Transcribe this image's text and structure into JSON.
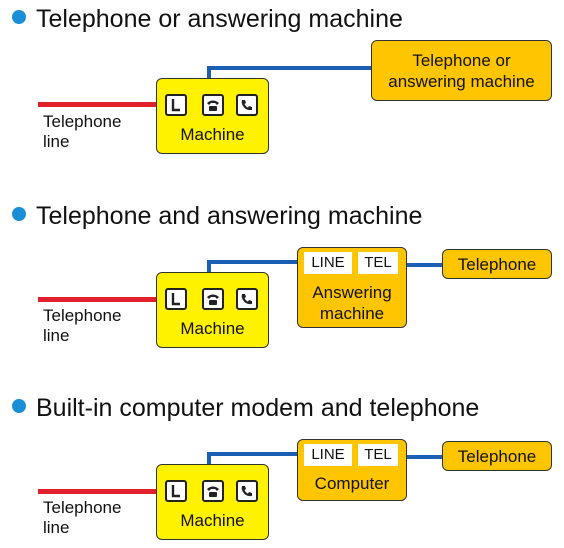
{
  "sections": [
    {
      "title": "Telephone or answering machine",
      "machine_label": "Machine",
      "line_label_1": "Telephone",
      "line_label_2": "line",
      "device_label": "Telephone or answering machine"
    },
    {
      "title": "Telephone and answering machine",
      "machine_label": "Machine",
      "line_label_1": "Telephone",
      "line_label_2": "line",
      "middle_device": {
        "port_line": "LINE",
        "port_tel": "TEL",
        "label": "Answering machine"
      },
      "device_label": "Telephone"
    },
    {
      "title": "Built-in computer modem and telephone",
      "machine_label": "Machine",
      "line_label_1": "Telephone",
      "line_label_2": "line",
      "middle_device": {
        "port_line": "LINE",
        "port_tel": "TEL",
        "label": "Computer"
      },
      "device_label": "Telephone"
    }
  ],
  "colors": {
    "bullet": "#1a8fd8",
    "telephone_line": "#e0202a",
    "extension_line": "#1a5fb4",
    "machine_fill": "#fff200",
    "device_fill": "#ffc600"
  },
  "icons": [
    "line-port-icon",
    "extension-phone-icon",
    "handset-icon"
  ]
}
